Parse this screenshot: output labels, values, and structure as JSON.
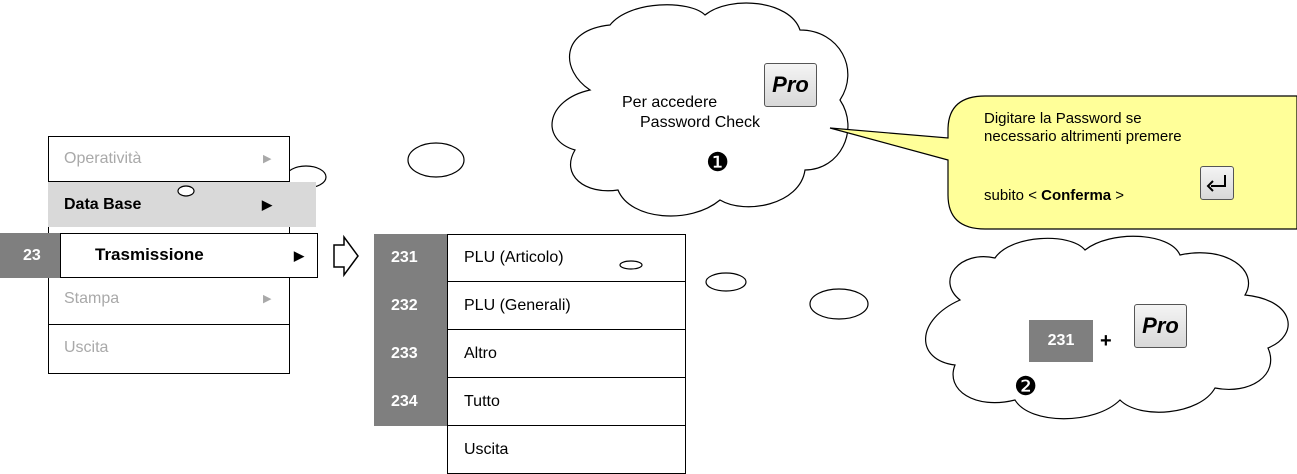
{
  "main_menu": {
    "items": [
      {
        "label": "Operatività",
        "arrow": "▶",
        "disabled": true
      },
      {
        "label": "Data Base",
        "arrow": "▶",
        "highlighted": true
      },
      {
        "label": "Trasmissione",
        "arrow": "▶",
        "code": "23",
        "selected": true
      },
      {
        "label": "Stampa",
        "arrow": "▶",
        "disabled": true
      },
      {
        "label": "Uscita",
        "disabled": true
      }
    ]
  },
  "submenu": {
    "items": [
      {
        "code": "231",
        "label": "PLU  (Articolo)"
      },
      {
        "code": "232",
        "label": "PLU  (Generali)"
      },
      {
        "code": "233",
        "label": "Altro"
      },
      {
        "code": "234",
        "label": "Tutto"
      },
      {
        "code": "",
        "label": "Uscita"
      }
    ]
  },
  "cloud1": {
    "line1": "Per accedere",
    "line2": "Password Check",
    "key_label": "Pro",
    "step": "❶"
  },
  "callout": {
    "line1": "Digitare la Password se",
    "line2": "necessario altrimenti premere",
    "line3_prefix": "subito < ",
    "line3_bold": "Conferma",
    "line3_suffix": " >",
    "key_icon": "enter-icon",
    "fill_color": "#ffff99"
  },
  "cloud2": {
    "code": "231",
    "plus": "+",
    "key_label": "Pro",
    "step": "❷"
  },
  "colors": {
    "code_bg": "#7f7f7f",
    "highlight_bg": "#d9d9d9",
    "disabled_text": "#a9a9a9"
  }
}
